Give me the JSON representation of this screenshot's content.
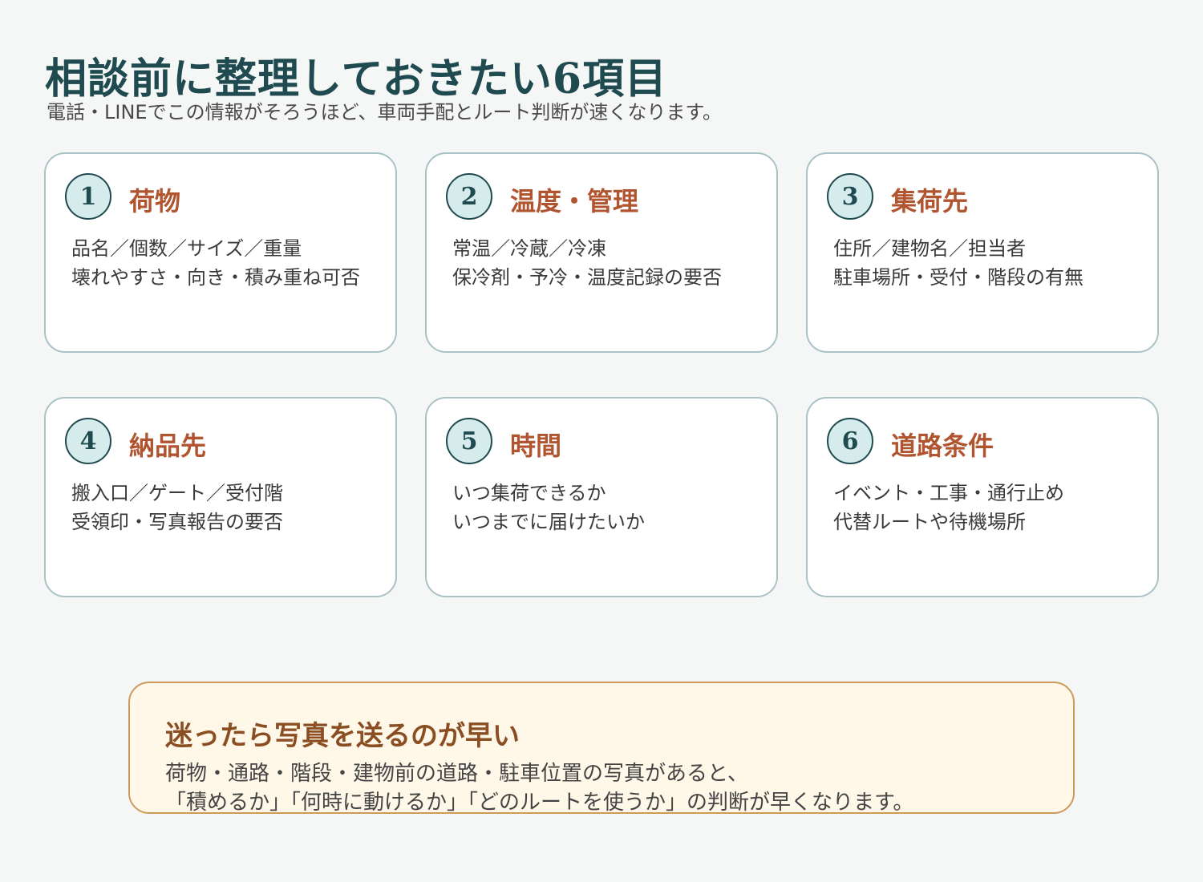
{
  "header": {
    "title": "相談前に整理しておきたい6項目",
    "subtitle": "電話・LINEでこの情報がそろうほど、車両手配とルート判断が速くなります。"
  },
  "cards": [
    {
      "number": "1",
      "title": "荷物",
      "lines": [
        "品名／個数／サイズ／重量",
        "壊れやすさ・向き・積み重ね可否"
      ]
    },
    {
      "number": "2",
      "title": "温度・管理",
      "lines": [
        "常温／冷蔵／冷凍",
        "保冷剤・予冷・温度記録の要否"
      ]
    },
    {
      "number": "3",
      "title": "集荷先",
      "lines": [
        "住所／建物名／担当者",
        "駐車場所・受付・階段の有無"
      ]
    },
    {
      "number": "4",
      "title": "納品先",
      "lines": [
        "搬入口／ゲート／受付階",
        "受領印・写真報告の要否"
      ]
    },
    {
      "number": "5",
      "title": "時間",
      "lines": [
        "いつ集荷できるか",
        "いつまでに届けたいか"
      ]
    },
    {
      "number": "6",
      "title": "道路条件",
      "lines": [
        "イベント・工事・通行止め",
        "代替ルートや待機場所"
      ]
    }
  ],
  "tip": {
    "title": "迷ったら写真を送るのが早い",
    "lines": [
      "荷物・通路・階段・建物前の道路・駐車位置の写真があると、",
      "「積めるか」「何時に動けるか」「どのルートを使うか」の判断が早くなります。"
    ]
  },
  "colors": {
    "title": "#1f4a4f",
    "accent": "#b0552f",
    "card_border": "#a9c2c6",
    "badge_fill": "#d6ecec",
    "tip_bg": "#fff7e8",
    "tip_border": "#cc9a5a"
  }
}
